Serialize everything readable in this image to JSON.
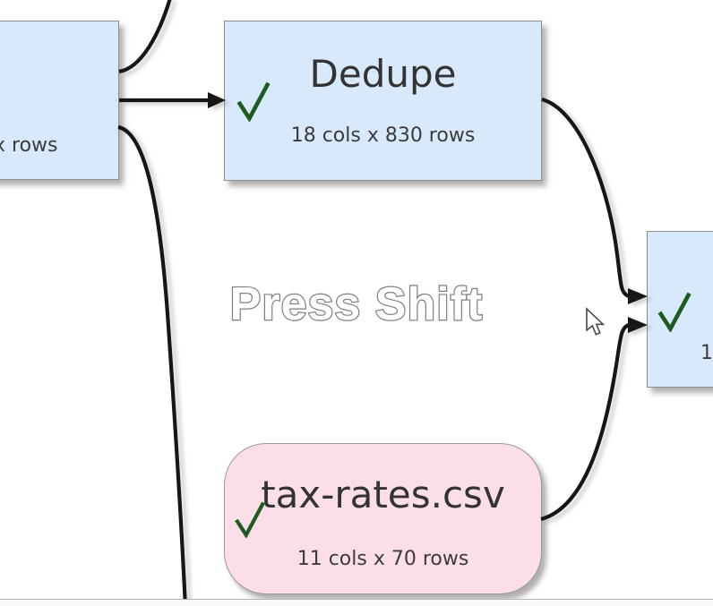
{
  "app": {
    "context": "dataflow-canvas"
  },
  "watermark": {
    "text": "Press Shift"
  },
  "nodes": {
    "left": {
      "subtitle_partial": "x rows"
    },
    "dedupe": {
      "title": "Dedupe",
      "subtitle": "18 cols x 830 rows"
    },
    "right": {
      "subtitle_partial": "1"
    },
    "tax_rates": {
      "title": "tax-rates.csv",
      "subtitle": "11 cols x 70 rows"
    }
  },
  "icons": {
    "status_ok": "check-icon",
    "pointer": "arrow-cursor-icon"
  },
  "colors": {
    "canvas_bg": "#ffffff",
    "node_blue": "#d7e9fb",
    "node_pink": "#fbdee8",
    "node_border": "#8f8f8f",
    "check_green": "#1d5c20",
    "connector_black": "#141414",
    "text_dark": "#3a3a3a",
    "watermark_outline": "#7d7d7d",
    "divider_gray": "#b3b3b3"
  }
}
